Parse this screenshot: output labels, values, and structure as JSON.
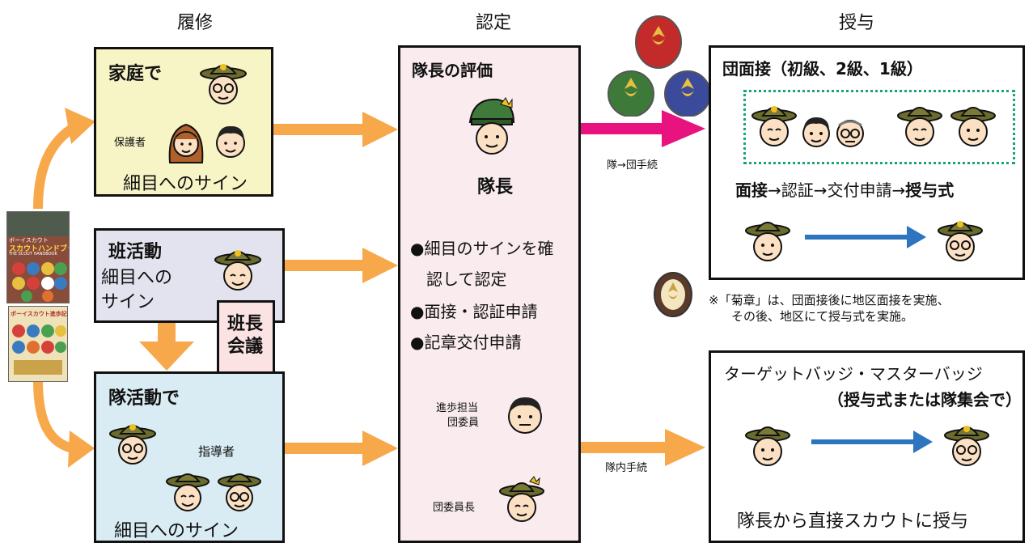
{
  "columns": {
    "rishu": "履修",
    "nintei": "認定",
    "juyo": "授与"
  },
  "home": {
    "title": "家庭で",
    "guardian_label": "保護者",
    "sign_text": "細目へのサイン"
  },
  "patrol": {
    "title": "班活動",
    "sign_text_1": "細目への",
    "sign_text_2": "サイン"
  },
  "plc": {
    "line1": "班長",
    "line2": "会議"
  },
  "troop": {
    "title": "隊活動で",
    "leader_label": "指導者",
    "sign_text": "細目へのサイン"
  },
  "scoutmaster": {
    "title": "隊長の評価",
    "role": "隊長",
    "bullets": [
      "●細目のサインを確",
      "　認して認定",
      "●面接・認証申請",
      "●記章交付申請"
    ],
    "advancement_label_1": "進歩担当",
    "advancement_label_2": "団委員",
    "chair_label": "団委員長"
  },
  "arrows": {
    "troop_to_group": "隊→団手続",
    "in_troop": "隊内手続"
  },
  "interview": {
    "title": "団面接（初級、2級、1級）",
    "flow": [
      "面接",
      "→認証→交付申請→",
      "授与式"
    ],
    "note_1": "※「菊章」は、団面接後に地区面接を実施、",
    "note_2": "その後、地区にて授与式を実施。"
  },
  "target": {
    "title": "ターゲットバッジ・マスターバッジ",
    "subtitle": "（授与式または隊集会で）",
    "footer": "隊長から直接スカウトに授与"
  },
  "books": {
    "handbook_title": "ボーイスカウト",
    "handbook_subtitle": "スカウトハンドブック",
    "handbook_en": "THE SCOUT HANDBOOK",
    "badge_book_title": "ボーイスカウト進歩記章"
  },
  "colors": {
    "orange_arrow": "#f7a84a",
    "magenta_arrow": "#e8137f",
    "green_arrow": "#00a34f",
    "blue_arrow": "#2e75c0",
    "home_fill": "#f7f4c6",
    "patrol_fill": "#e3e3ef",
    "troop_fill": "#d9ecf3",
    "center_fill": "#f9ebee",
    "plc_fill": "#fbe3e3",
    "dotted_green": "#1aa37a"
  }
}
